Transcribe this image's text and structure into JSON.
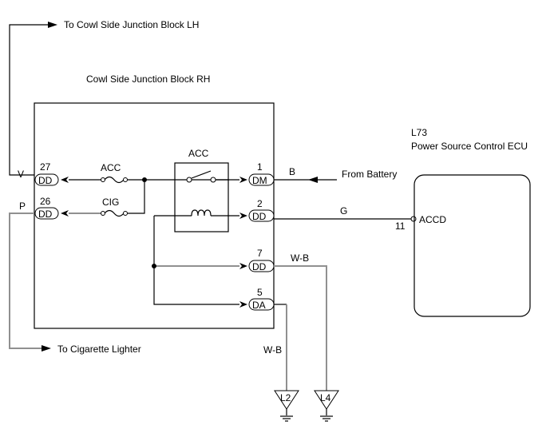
{
  "diagram": {
    "labels": {
      "to_lh": "To Cowl Side Junction Block LH",
      "jb_title": "Cowl Side Junction Block RH",
      "ecu_code": "L73",
      "ecu_name": "Power Source Control ECU",
      "from_battery": "From Battery",
      "to_cig": "To Cigarette Lighter",
      "relay_name": "ACC",
      "fuse_acc": "ACC",
      "fuse_cig": "CIG",
      "ecu_pin_name": "ACCD",
      "ecu_pin_num": "11"
    },
    "wire_colors": {
      "v": "V",
      "p": "P",
      "b": "B",
      "g": "G",
      "wb1": "W-B",
      "wb2": "W-B"
    },
    "connectors": [
      {
        "pin": "27",
        "code": "DD"
      },
      {
        "pin": "26",
        "code": "DD"
      },
      {
        "pin": "1",
        "code": "DM"
      },
      {
        "pin": "2",
        "code": "DD"
      },
      {
        "pin": "7",
        "code": "DD"
      },
      {
        "pin": "5",
        "code": "DA"
      }
    ],
    "grounds": [
      "L2",
      "L4"
    ]
  }
}
